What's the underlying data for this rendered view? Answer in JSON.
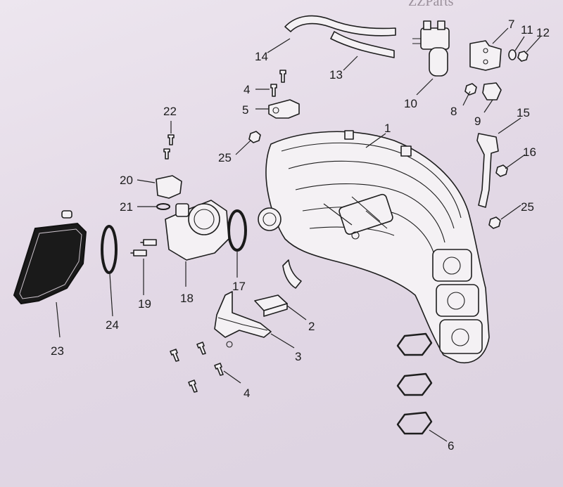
{
  "watermark": "ZZParts",
  "callouts": [
    {
      "id": "1",
      "label": "1"
    },
    {
      "id": "2",
      "label": "2"
    },
    {
      "id": "3",
      "label": "3"
    },
    {
      "id": "4a",
      "label": "4"
    },
    {
      "id": "4b",
      "label": "4"
    },
    {
      "id": "5",
      "label": "5"
    },
    {
      "id": "6",
      "label": "6"
    },
    {
      "id": "7",
      "label": "7"
    },
    {
      "id": "8",
      "label": "8"
    },
    {
      "id": "9",
      "label": "9"
    },
    {
      "id": "10",
      "label": "10"
    },
    {
      "id": "11",
      "label": "11"
    },
    {
      "id": "12",
      "label": "12"
    },
    {
      "id": "13",
      "label": "13"
    },
    {
      "id": "14",
      "label": "14"
    },
    {
      "id": "15",
      "label": "15"
    },
    {
      "id": "16",
      "label": "16"
    },
    {
      "id": "17",
      "label": "17"
    },
    {
      "id": "18",
      "label": "18"
    },
    {
      "id": "19",
      "label": "19"
    },
    {
      "id": "20",
      "label": "20"
    },
    {
      "id": "21",
      "label": "21"
    },
    {
      "id": "22",
      "label": "22"
    },
    {
      "id": "23",
      "label": "23"
    },
    {
      "id": "24",
      "label": "24"
    },
    {
      "id": "25a",
      "label": "25"
    },
    {
      "id": "25b",
      "label": "25"
    }
  ]
}
